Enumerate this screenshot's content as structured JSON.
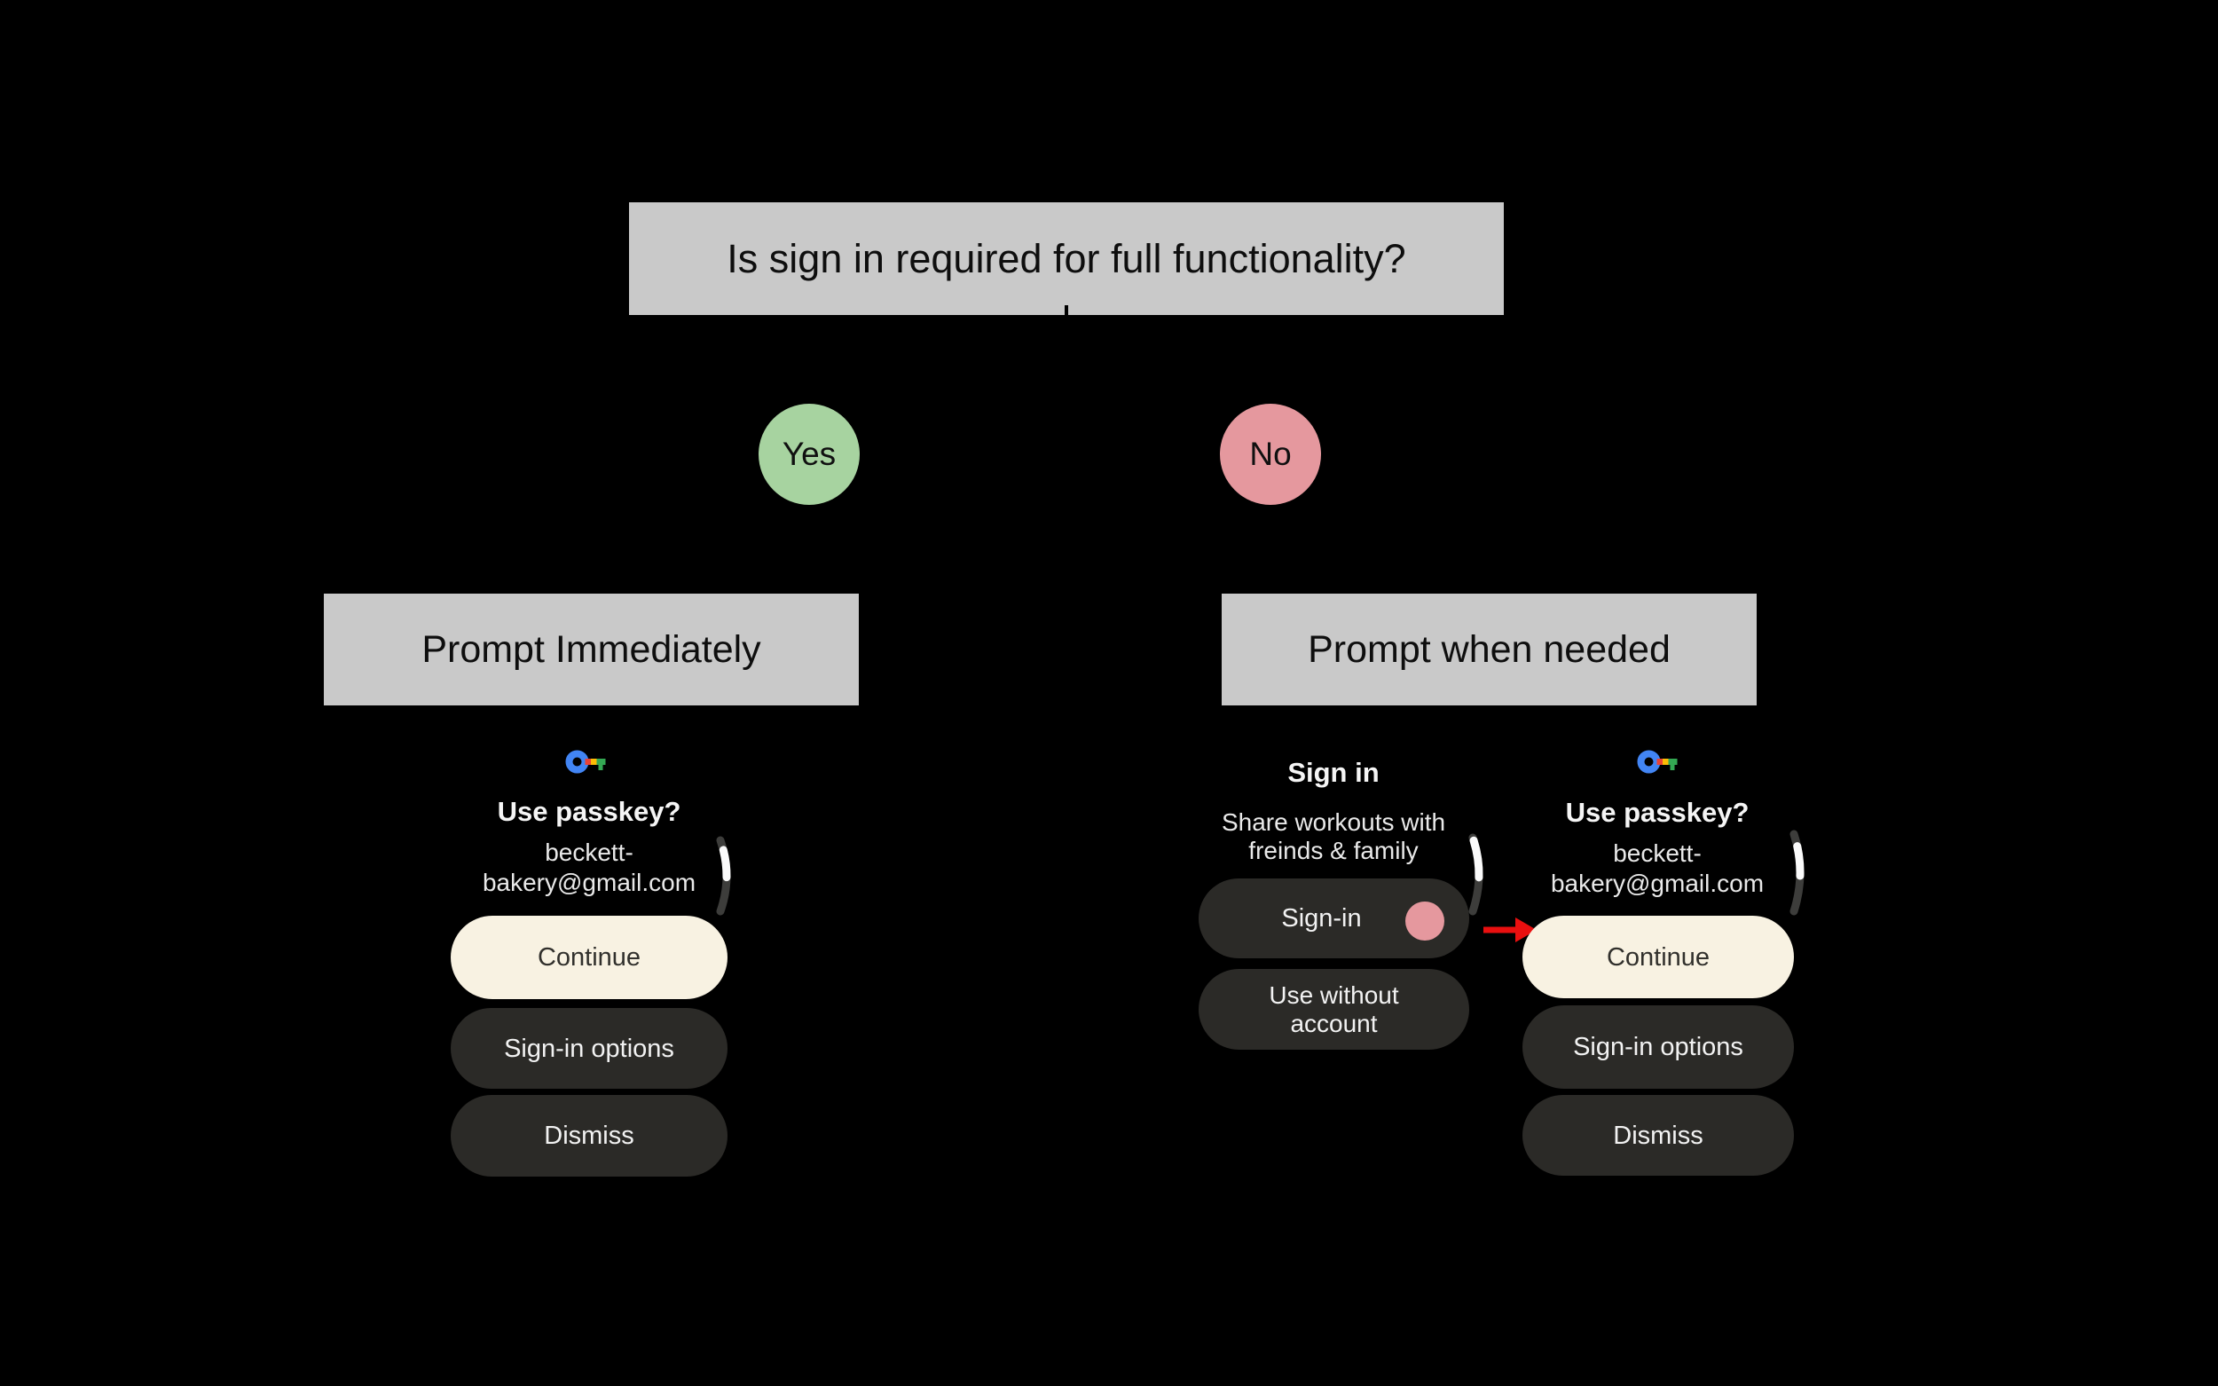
{
  "flowchart": {
    "question": "Is sign in required for full functionality?",
    "yes_label": "Yes",
    "no_label": "No",
    "yes_branch_title": "Prompt Immediately",
    "no_branch_title": "Prompt when needed"
  },
  "passkey_screen": {
    "title": "Use passkey?",
    "account_line1": "beckett-",
    "account_line2": "bakery@gmail.com",
    "continue_label": "Continue",
    "signin_options_label": "Sign-in options",
    "dismiss_label": "Dismiss"
  },
  "signin_screen": {
    "title": "Sign in",
    "subtitle_line1": "Share workouts with",
    "subtitle_line2": "freinds & family",
    "signin_label": "Sign-in",
    "use_without_account_line1": "Use without",
    "use_without_account_line2": "account"
  },
  "icons": {
    "passkey_key": "google-passkey-key-icon",
    "scroll_indicator": "scroll-position-arc",
    "tap_indicator": "tap-highlight-dot",
    "flow_arrow": "red-arrow-right"
  },
  "colors": {
    "background": "#000000",
    "box_gray": "#c9c9c9",
    "yes_green": "#a7d3a0",
    "no_pink": "#e5989e",
    "button_cream": "#f8f2e2",
    "button_dark": "#2b2a27",
    "arrow_red": "#e90f0f",
    "key_blue": "#4285f4",
    "key_red": "#ea4335",
    "key_yellow": "#fbbc05",
    "key_green": "#34a853"
  }
}
